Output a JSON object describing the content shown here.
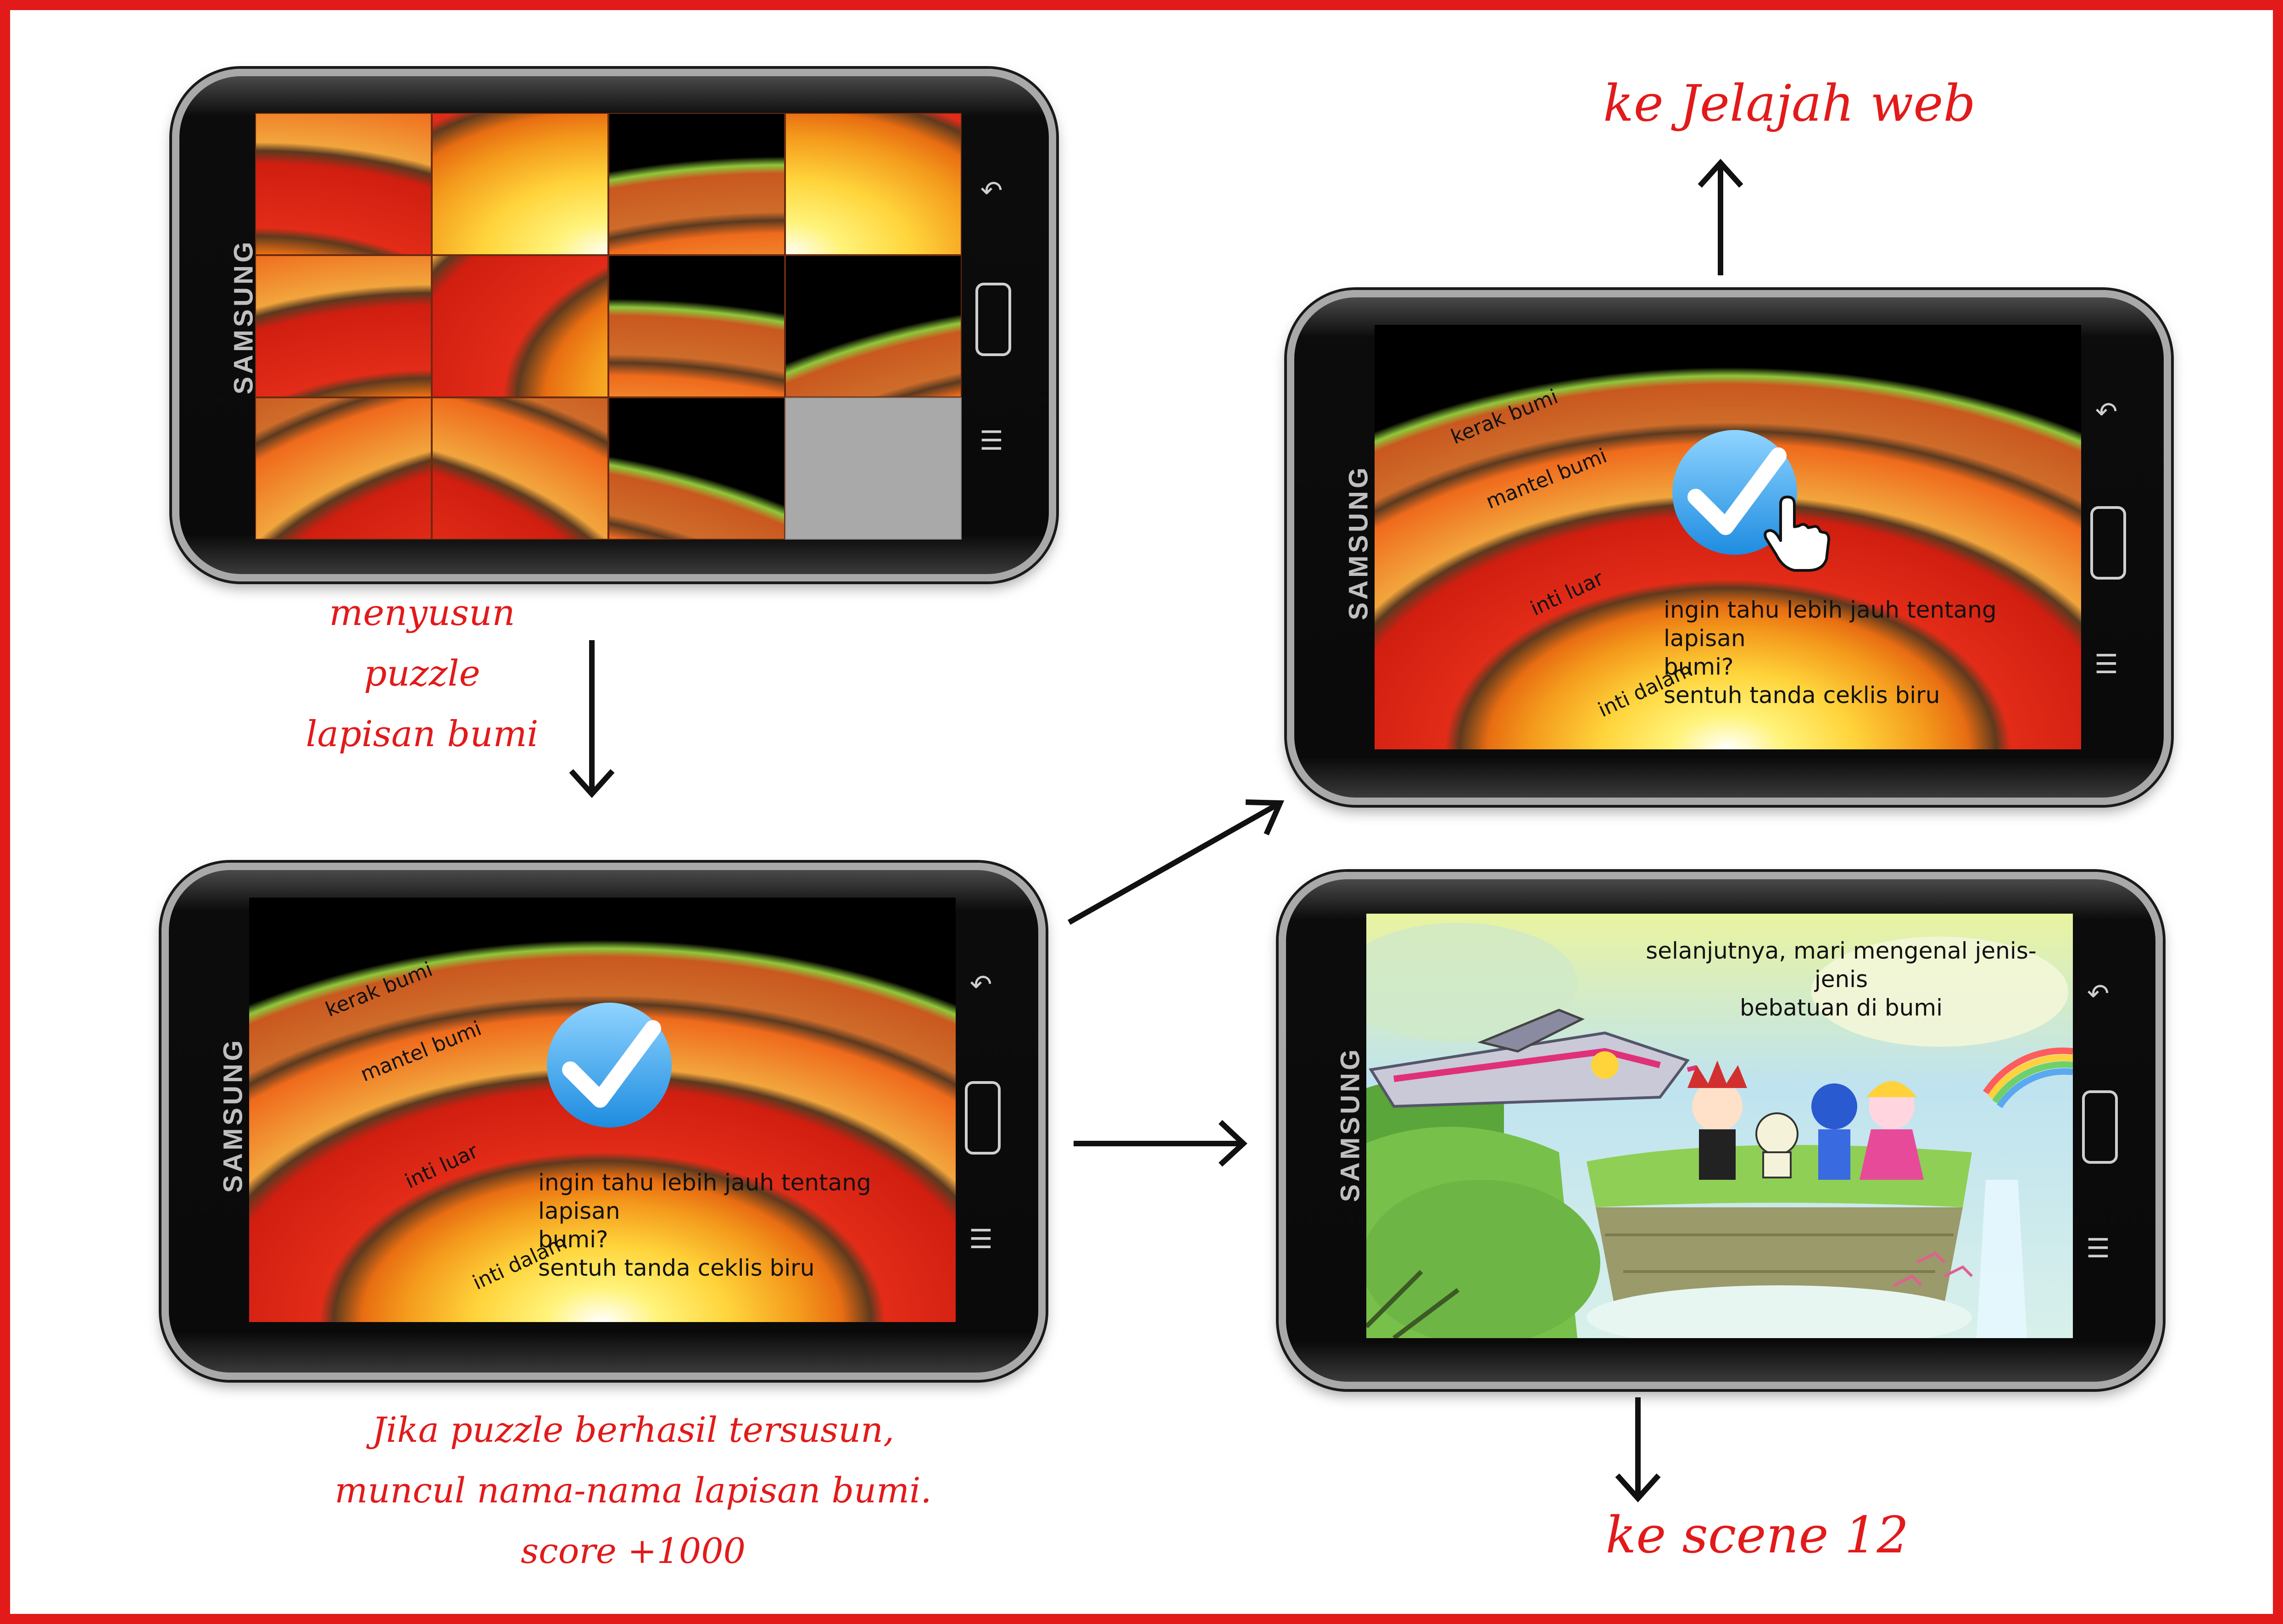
{
  "colors": {
    "annotation": "#e21a1a",
    "border": "#e21a1a",
    "check": "#2aa3f0",
    "empty_tile": "#a9a9a9"
  },
  "device": {
    "brand": "SAMSUNG",
    "back_icon": "back-arrow-icon",
    "menu_icon": "menu-icon"
  },
  "phone1": {
    "name": "puzzle-screen"
  },
  "phone2": {
    "labels": {
      "crust": "kerak bumi",
      "mantle": "mantel bumi",
      "outer_core": "inti luar",
      "inner_core": "inti dalam"
    },
    "message": {
      "line1": "ingin tahu lebih jauh tentang lapisan",
      "line2": "bumi?",
      "line3": "sentuh tanda ceklis biru"
    }
  },
  "phone3": {
    "labels": {
      "crust": "kerak bumi",
      "mantle": "mantel bumi",
      "outer_core": "inti luar",
      "inner_core": "inti dalam"
    },
    "message": {
      "line1": "ingin tahu lebih jauh tentang lapisan",
      "line2": "bumi?",
      "line3": "sentuh tanda ceklis biru"
    }
  },
  "phone4": {
    "message": {
      "line1": "selanjutnya, mari mengenal jenis-jenis",
      "line2": "bebatuan di bumi"
    }
  },
  "captions": {
    "puzzle_1": "menyusun",
    "puzzle_2": "puzzle",
    "puzzle_3": "lapisan bumi",
    "success_1": "Jika puzzle berhasil tersusun,",
    "success_2": "muncul nama-nama lapisan bumi.",
    "success_3": "score +1000",
    "web": "ke Jelajah web",
    "next_scene": "ke scene 12"
  }
}
